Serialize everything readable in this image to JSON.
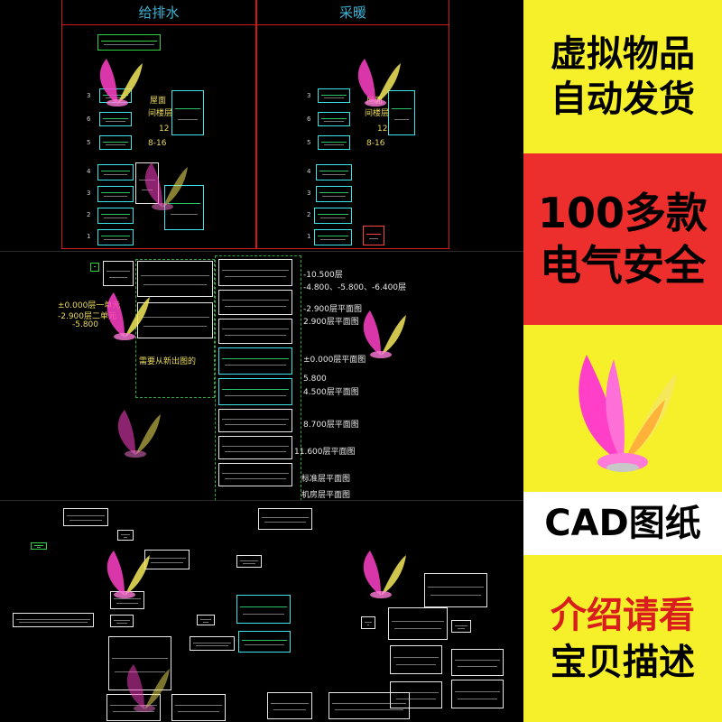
{
  "cad": {
    "top_sheets": {
      "left_title": "给排水",
      "right_title": "采暖",
      "left_labels": [
        "屋面",
        "间楼层",
        "12",
        "8-16"
      ],
      "right_labels": [
        "屋面",
        "间楼层",
        "12",
        "8-16"
      ],
      "row_numbers": [
        "3",
        "6",
        "5",
        "4",
        "3",
        "2",
        "1"
      ]
    },
    "mid_sheet": {
      "left_labels": [
        "±0.000层一单元",
        "-2.900层二单元",
        "-5.800"
      ],
      "dash_label": "需要从新出图的",
      "right_labels": [
        "-10.500层",
        "-4.800、-5.800、-6.400层",
        "-2.900层平面图",
        "2.900层平面图",
        "±0.000层平面图",
        "5.800",
        "4.500层平面图",
        "8.700层平面图",
        "11.600层平面图",
        "标准层平面图",
        "机房层平面图"
      ]
    }
  },
  "ad": {
    "block1": [
      "虚拟物品",
      "自动发货"
    ],
    "block2": [
      "100多款",
      "电气安全"
    ],
    "block4": [
      "CAD图纸"
    ],
    "block5": [
      "介绍请看",
      "宝贝描述"
    ]
  },
  "colors": {
    "yellow": "#f6f02a",
    "red": "#ec2f2d",
    "cad_cyan": "#3de6e6",
    "cad_red": "#d01a1a",
    "flower_pink": "#ff3fc8"
  },
  "icons": [
    "flower-watermark-icon"
  ]
}
